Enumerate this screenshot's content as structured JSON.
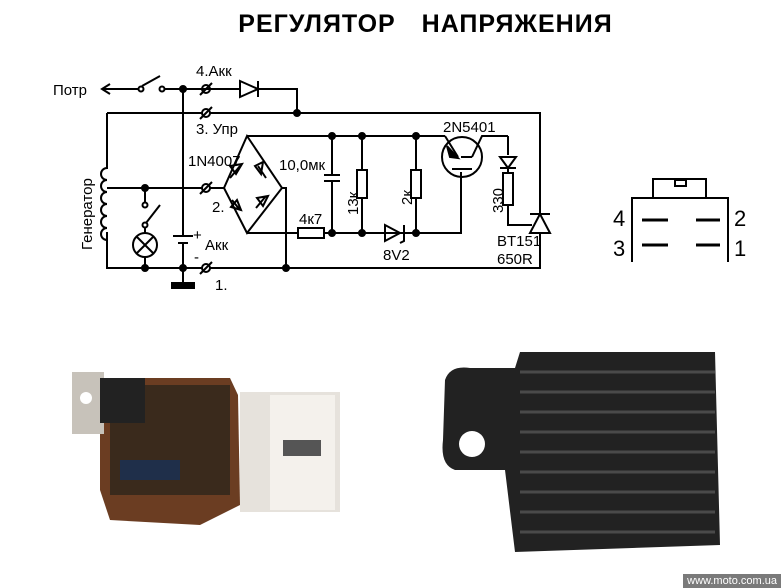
{
  "title": "РЕГУЛЯТОР   НАПРЯЖЕНИЯ",
  "schematic": {
    "load_label": "Потр",
    "terminal_4": "4.Акк",
    "terminal_3": "3. Упр",
    "terminal_2": "2.",
    "terminal_1": "1.",
    "generator_label": "Генератор",
    "battery_label": "Акк",
    "battery_plus": "+",
    "battery_minus": "-",
    "bridge_label": "1N4007",
    "capacitor_label": "10,0мк",
    "r_13k": "13к",
    "r_2k": "2к",
    "r_4k7": "4к7",
    "zener_label": "8V2",
    "transistor_label": "2N5401",
    "r_330": "330",
    "scr_label_1": "BT151",
    "scr_label_2": "650R"
  },
  "connector": {
    "pin_4": "4",
    "pin_3": "3",
    "pin_2": "2",
    "pin_1": "1"
  },
  "watermark": "www.moto.com.ua"
}
